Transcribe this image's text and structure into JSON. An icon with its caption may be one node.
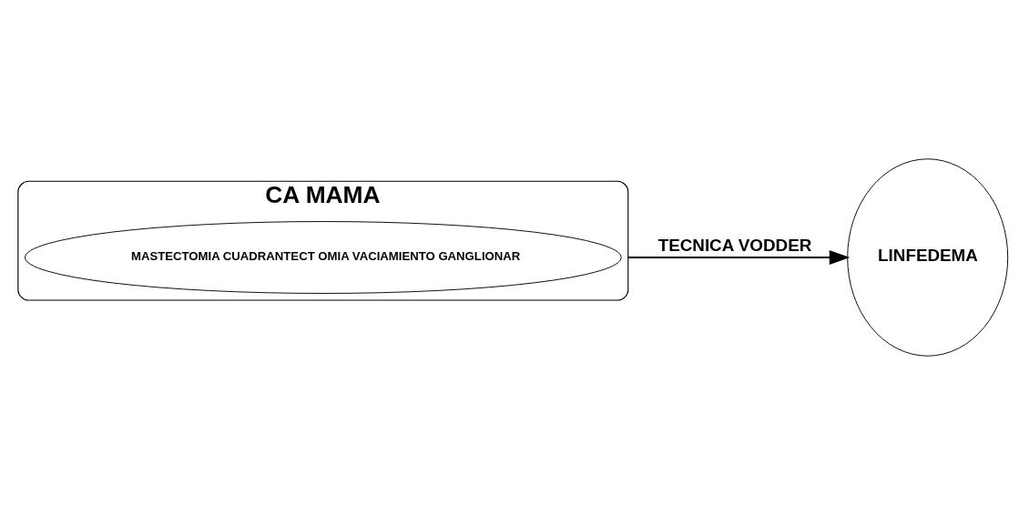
{
  "diagram": {
    "nodes": [
      {
        "text": [
          "CA MAMA"
        ]
      },
      {
        "text": [
          "MASTECTOMIA CUADRANTECT OMIA VACIAMIENTO GANGLIONAR"
        ],
        "in": 0
      },
      {
        "text": [
          "LINFEDEMA"
        ]
      }
    ],
    "edges": [
      {
        "from": 0,
        "to": 2,
        "arrow": "to",
        "label": "TECNICA VODDER"
      }
    ]
  }
}
